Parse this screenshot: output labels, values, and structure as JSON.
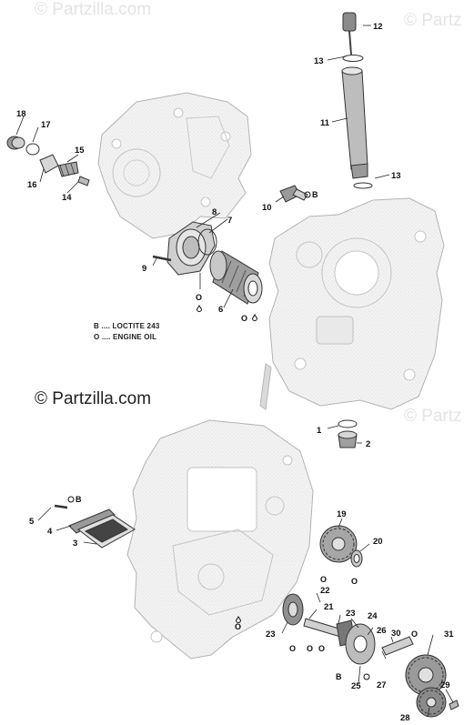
{
  "watermarks": {
    "top": "© Partzilla.com",
    "middle": "© Partzilla.com",
    "right_top": "© Partz",
    "right_mid": "© Partz"
  },
  "legend": {
    "loctite": "B .... LOCTITE 243",
    "engine_oil": "O .... ENGINE OIL"
  },
  "callouts": [
    "1",
    "2",
    "3",
    "4",
    "5",
    "6",
    "7",
    "8",
    "9",
    "10",
    "11",
    "12",
    "13",
    "13",
    "14",
    "15",
    "16",
    "17",
    "18",
    "19",
    "20",
    "21",
    "22",
    "23",
    "23",
    "24",
    "25",
    "26",
    "27",
    "28",
    "29",
    "30",
    "31"
  ],
  "markers": {
    "loctite_symbol": "B",
    "oil_symbol": "O"
  },
  "colors": {
    "line": "#222222",
    "part_outline": "#aaaaaa",
    "part_fill": "#f1f1f1",
    "highlight_part": "#555555"
  }
}
